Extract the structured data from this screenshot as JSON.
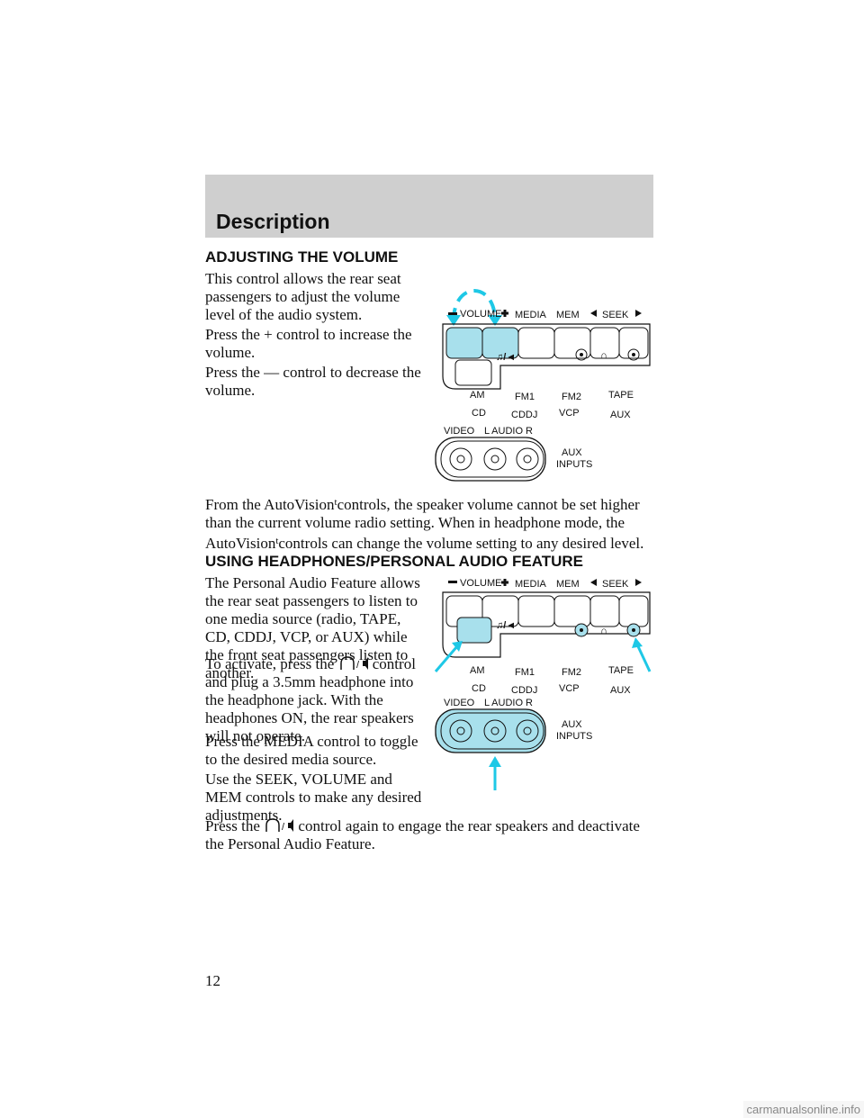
{
  "header": {
    "title": "Description"
  },
  "section1": {
    "heading": "ADJUSTING THE VOLUME",
    "p1": "This control allows the rear seat passengers to adjust the volume level of the audio system.",
    "p2": "Press the + control to increase the volume.",
    "p3": "Press the — control to decrease the volume.",
    "p4a": "From the AutoVision",
    "p4b": "controls, the speaker volume cannot be set higher than the current volume radio setting. When in headphone mode, the AutoVision",
    "p4c": "controls can change the volume setting to any desired level."
  },
  "section2": {
    "heading": "USING HEADPHONES/PERSONAL AUDIO FEATURE",
    "p1": "The Personal Audio Feature allows the rear seat passengers to listen to one media source (radio, TAPE, CD, CDDJ, VCP, or AUX) while the front seat passengers listen to another.",
    "p2a": "To activate, press the",
    "p2b": "control and plug a 3.5mm headphone into the headphone jack. With the headphones ON, the rear speakers will not operate.",
    "p3": "Press the MEDIA control to toggle to the desired media source.",
    "p4": "Use the SEEK, VOLUME and MEM controls to make any desired adjustments.",
    "p5a": "Press the",
    "p5b": "control again to engage the rear speakers and deactivate the Personal Audio Feature."
  },
  "diagram": {
    "volume": "VOLUME",
    "media": "MEDIA",
    "mem": "MEM",
    "seek": "SEEK",
    "am": "AM",
    "cd": "CD",
    "fm1": "FM1",
    "cddj": "CDDJ",
    "fm2": "FM2",
    "vcp": "VCP",
    "tape": "TAPE",
    "aux": "AUX",
    "video": "VIDEO",
    "audio": "L AUDIO R",
    "aux_inputs_1": "AUX",
    "aux_inputs_2": "INPUTS"
  },
  "trademark": "t",
  "slash": "/",
  "page_number": "12",
  "watermark": "carmanualsonline.info",
  "colors": {
    "header_band": "#cfcfcf",
    "highlight": "#a8e0ec",
    "arrow": "#1ec8e6"
  }
}
